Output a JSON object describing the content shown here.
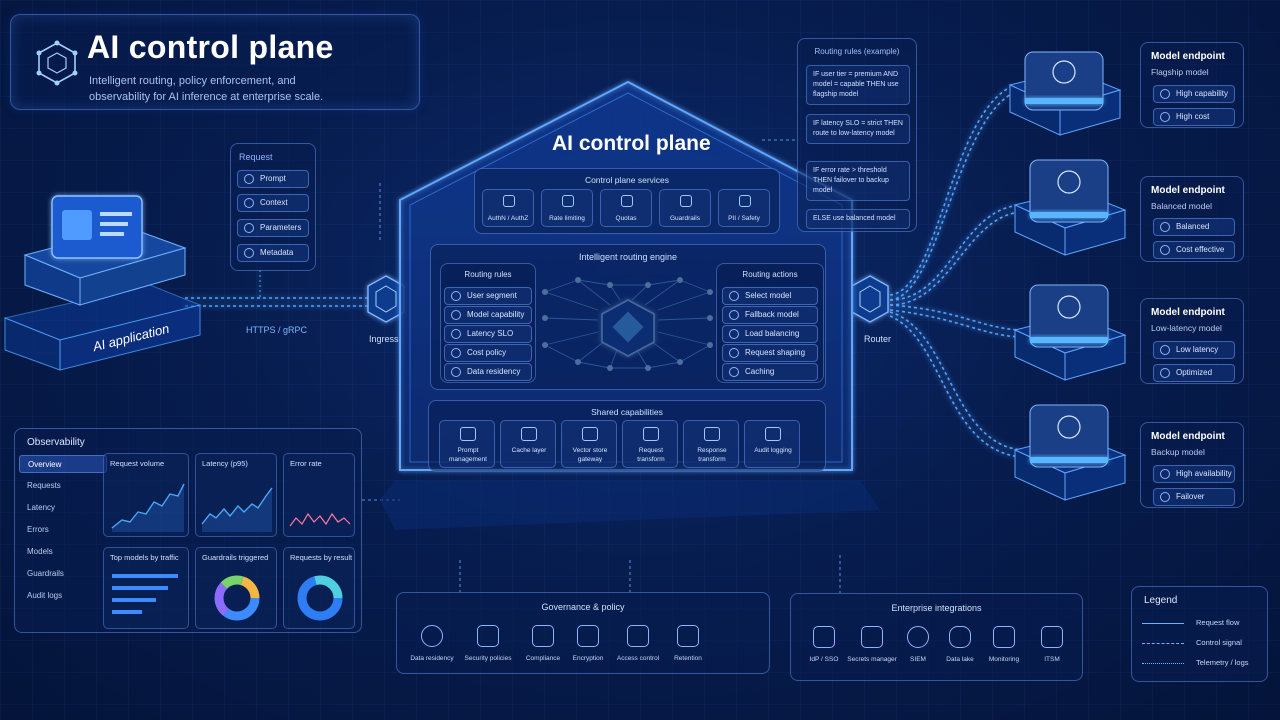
{
  "header": {
    "title": "AI control plane",
    "subtitle": "Intelligent routing, policy enforcement, and observability for AI inference at enterprise scale."
  },
  "application": {
    "label": "AI application",
    "protocol": "HTTPS / gRPC"
  },
  "request": {
    "title": "Request",
    "items": [
      "Prompt",
      "Context",
      "Parameters",
      "Metadata"
    ]
  },
  "ingress_label": "Ingress",
  "router_label": "Router",
  "control_plane": {
    "title": "AI control plane",
    "services": {
      "title": "Control plane services",
      "items": [
        "AuthN / AuthZ",
        "Rate limiting",
        "Quotas",
        "Guardrails",
        "PII / Safety"
      ]
    },
    "routing_engine": {
      "title": "Intelligent routing engine",
      "rules_title": "Routing rules",
      "rules": [
        "User segment",
        "Model capability",
        "Latency SLO",
        "Cost policy",
        "Data residency"
      ],
      "actions_title": "Routing actions",
      "actions": [
        "Select model",
        "Fallback model",
        "Load balancing",
        "Request shaping",
        "Caching"
      ]
    },
    "shared": {
      "title": "Shared capabilities",
      "items": [
        "Prompt management",
        "Cache layer",
        "Vector store gateway",
        "Request transform",
        "Response transform",
        "Audit logging"
      ]
    }
  },
  "routing_example": {
    "title": "Routing rules (example)",
    "rules": [
      "IF user tier = premium AND model = capable THEN use flagship model",
      "IF latency SLO = strict THEN route to low-latency model",
      "IF error rate > threshold THEN failover to backup model",
      "ELSE use balanced model"
    ]
  },
  "endpoints": [
    {
      "title": "Model endpoint",
      "name": "Flagship model",
      "tags": [
        "High capability",
        "High cost"
      ]
    },
    {
      "title": "Model endpoint",
      "name": "Balanced model",
      "tags": [
        "Balanced",
        "Cost effective"
      ]
    },
    {
      "title": "Model endpoint",
      "name": "Low-latency model",
      "tags": [
        "Low latency",
        "Optimized"
      ]
    },
    {
      "title": "Model endpoint",
      "name": "Backup model",
      "tags": [
        "High availability",
        "Failover"
      ]
    }
  ],
  "observability": {
    "title": "Observability",
    "nav": [
      "Overview",
      "Requests",
      "Latency",
      "Errors",
      "Models",
      "Guardrails",
      "Audit logs"
    ],
    "widgets": [
      "Request volume",
      "Latency (p95)",
      "Error rate",
      "Top models by traffic",
      "Guardrails triggered",
      "Requests by result"
    ]
  },
  "governance": {
    "title": "Governance & policy",
    "items": [
      "Data residency",
      "Security policies",
      "Compliance",
      "Encryption",
      "Access control",
      "Retention"
    ]
  },
  "enterprise": {
    "title": "Enterprise integrations",
    "items": [
      "IdP / SSO",
      "Secrets manager",
      "SIEM",
      "Data lake",
      "Monitoring",
      "ITSM"
    ]
  },
  "legend": {
    "title": "Legend",
    "items": [
      "Request flow",
      "Control signal",
      "Telemetry / logs"
    ]
  },
  "colors": {
    "accent": "#3d8bff",
    "glow": "#4fa3ff",
    "panel_border": "#6ea0ff"
  }
}
